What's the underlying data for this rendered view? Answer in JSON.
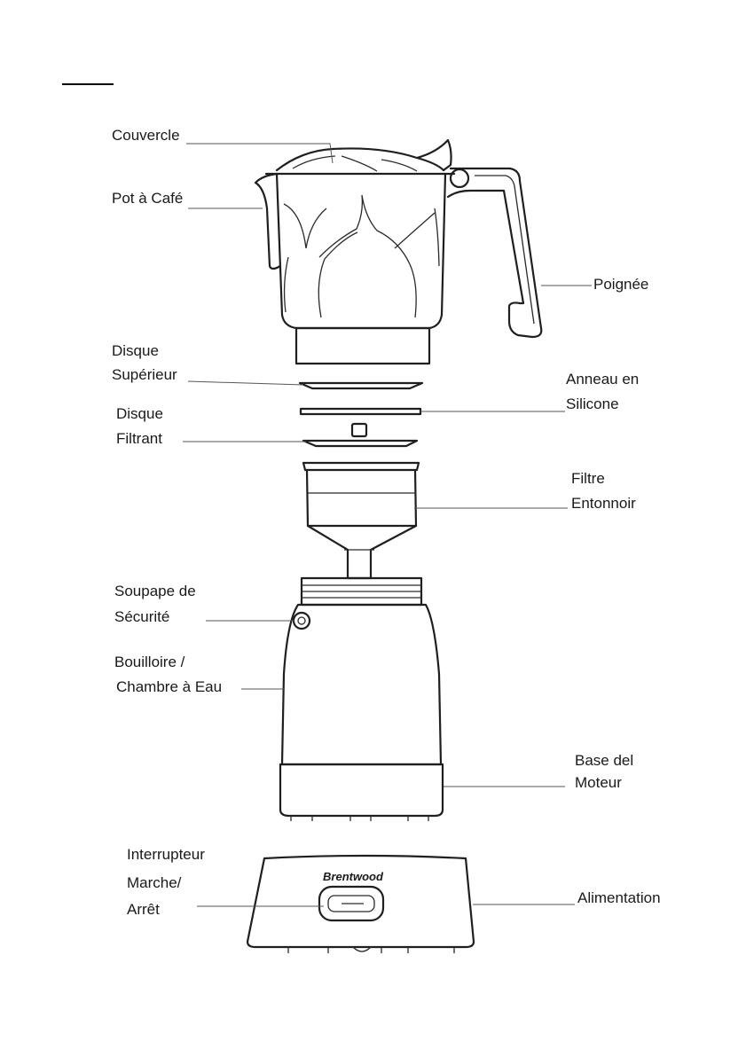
{
  "labels": {
    "couvercle": "Couvercle",
    "pot": "Pot à Café",
    "poignee": "Poignée",
    "disque_sup_1": "Disque",
    "disque_sup_2": "Supérieur",
    "anneau_1": "Anneau en",
    "anneau_2": "Silicone",
    "disque_fil_1": "Disque",
    "disque_fil_2": "Filtrant",
    "filtre_1": "Filtre",
    "filtre_2": "Entonnoir",
    "soupape_1": "Soupape de",
    "soupape_2": "Sécurité",
    "bouilloire_1": "Bouilloire /",
    "bouilloire_2": "Chambre à Eau",
    "base_1": "Base del",
    "base_2": "Moteur",
    "inter_1": "Interrupteur",
    "inter_2": "Marche/",
    "inter_3": "Arrêt",
    "alimentation": "Alimentation",
    "brand": "Brentwood"
  },
  "colors": {
    "line": "#1f1f1f",
    "text": "#1a1a1a",
    "background": "#ffffff"
  }
}
